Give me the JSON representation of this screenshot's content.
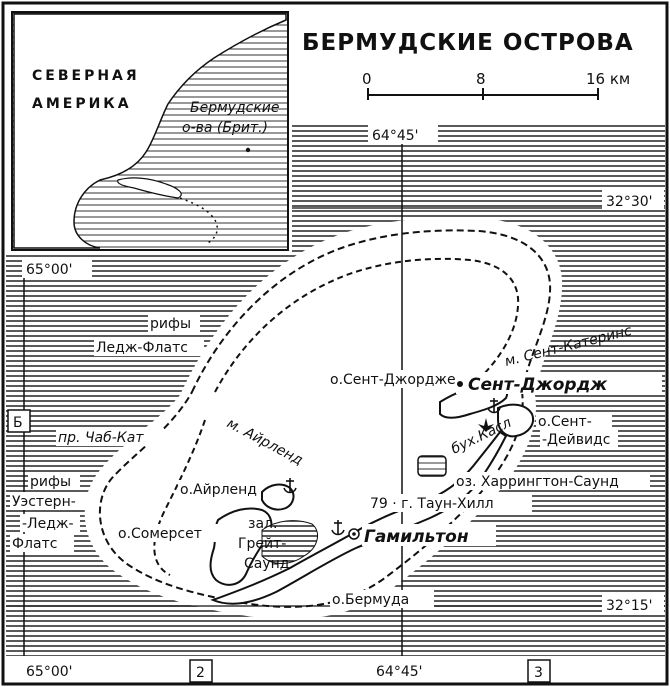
{
  "title": "БЕРМУДСКИЕ ОСТРОВА",
  "scale": {
    "ticks": [
      "0",
      "8",
      "16 км"
    ]
  },
  "inset": {
    "continent_line1": "СЕВЕРНАЯ",
    "continent_line2": "АМЕРИКА",
    "islands_line1": "Бермудские",
    "islands_line2": "о-ва (Брит.)"
  },
  "coords": {
    "lon_top": "64°45'",
    "lon_bottom_left": "65°00'",
    "lon_bottom_mid": "64°45'",
    "lon_left_upper": "65°00'",
    "lat_upper": "32°30'",
    "lat_lower": "32°15'"
  },
  "grid_refs": {
    "left": "Б",
    "bottom_2": "2",
    "bottom_3": "3"
  },
  "labels": {
    "reefs_ledge_1": "рифы",
    "reefs_ledge_2": "Ледж-Флатс",
    "reefs_west_1": "рифы",
    "reefs_west_2": "Уэстерн-",
    "reefs_west_3": "-Ледж-",
    "reefs_west_4": "Флатс",
    "chub_cut": "пр. Чаб-Кат",
    "cape_ireland": "м. Айрленд",
    "st_georges_island": "о.Сент-Джорджес",
    "st_georges_town": "Сент-Джордж",
    "cape_st_catherine": "м. Сент-Катеринс",
    "st_david_1": "о.Сент-",
    "st_david_2": "-Дейвидс",
    "castle_harbour": "бух.Касл",
    "harrington": "оз. Харрингтон-Саунд",
    "town_hill": "79 · г. Таун-Хилл",
    "ireland_island": "о.Айрленд",
    "somerset": "о.Сомерсет",
    "great_sound_1": "зал.",
    "great_sound_2": "Грейт-",
    "great_sound_3": "Саунд",
    "hamilton": "Гамильтон",
    "bermuda_island": "о.Бермуда"
  }
}
